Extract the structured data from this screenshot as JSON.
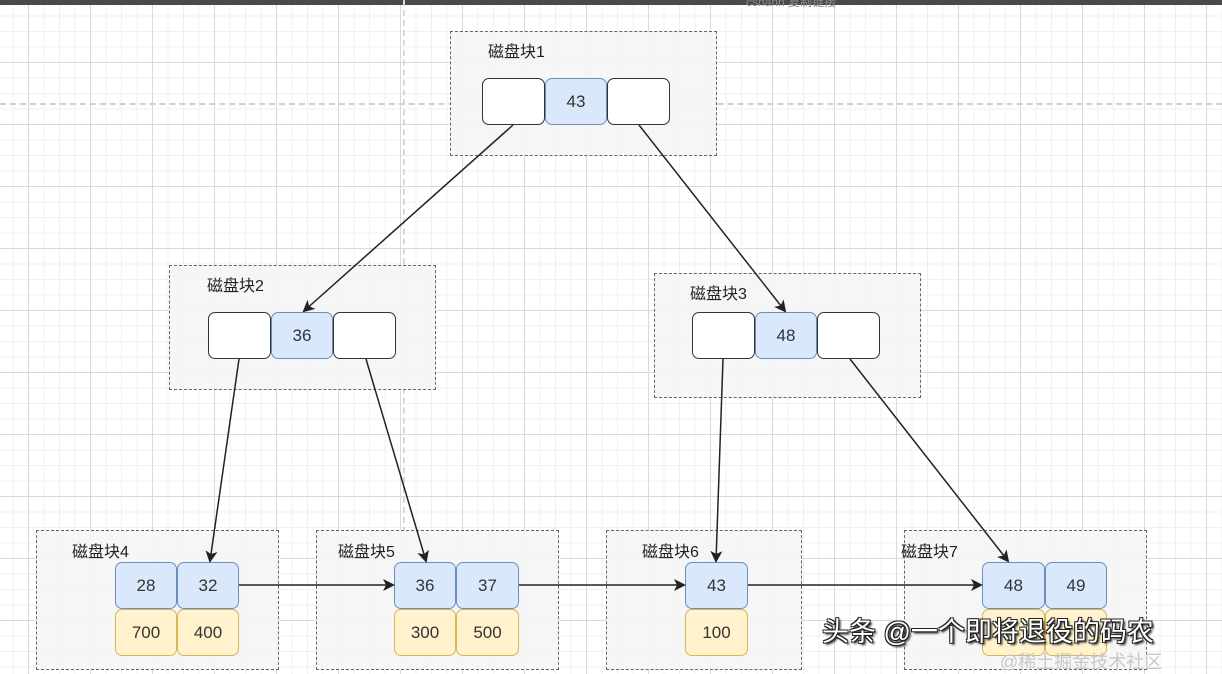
{
  "topbar": {
    "text": "cshann 复制链接"
  },
  "blocks": [
    {
      "label": "磁盘块1",
      "keys": [
        "43"
      ],
      "pointers": 2
    },
    {
      "label": "磁盘块2",
      "keys": [
        "36"
      ],
      "pointers": 2
    },
    {
      "label": "磁盘块3",
      "keys": [
        "48"
      ],
      "pointers": 2
    },
    {
      "label": "磁盘块4",
      "keys": [
        "28",
        "32"
      ],
      "values": [
        "700",
        "400"
      ]
    },
    {
      "label": "磁盘块5",
      "keys": [
        "36",
        "37"
      ],
      "values": [
        "300",
        "500"
      ]
    },
    {
      "label": "磁盘块6",
      "keys": [
        "43"
      ],
      "values": [
        "100"
      ]
    },
    {
      "label": "磁盘块7",
      "keys": [
        "48",
        "49"
      ],
      "values": [
        "",
        ""
      ]
    }
  ],
  "edges": [
    {
      "from": "磁盘块1.left-pointer",
      "to": "磁盘块2.key-36"
    },
    {
      "from": "磁盘块1.right-pointer",
      "to": "磁盘块3.key-48"
    },
    {
      "from": "磁盘块2.left-pointer",
      "to": "磁盘块4.key-32"
    },
    {
      "from": "磁盘块2.right-pointer",
      "to": "磁盘块5.key-36"
    },
    {
      "from": "磁盘块3.left-pointer",
      "to": "磁盘块6.key-43"
    },
    {
      "from": "磁盘块3.right-pointer",
      "to": "磁盘块7.key-48"
    },
    {
      "from": "磁盘块4",
      "to": "磁盘块5",
      "type": "leaf-link"
    },
    {
      "from": "磁盘块5",
      "to": "磁盘块6",
      "type": "leaf-link"
    },
    {
      "from": "磁盘块6",
      "to": "磁盘块7",
      "type": "leaf-link"
    }
  ],
  "colors": {
    "key_fill": "#dae8fc",
    "key_stroke": "#6c8ebf",
    "value_fill": "#fff2cc",
    "value_stroke": "#d6b656",
    "pointer_fill": "#ffffff",
    "pointer_stroke": "#333333"
  },
  "watermark": {
    "text": "头条 @一个即将退役的码农",
    "subtext": "@稀土掘金技术社区"
  }
}
